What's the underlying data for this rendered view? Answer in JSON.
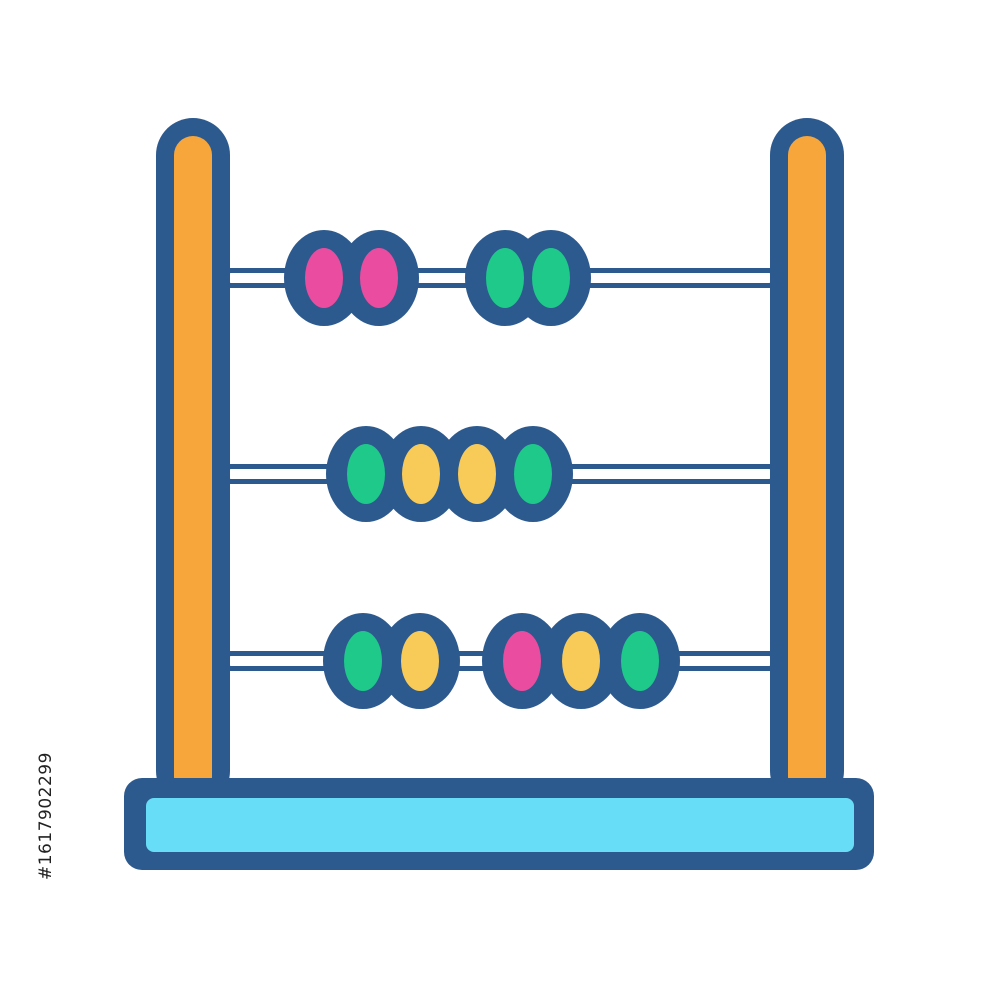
{
  "image": {
    "stock_id_text": "#1617902299"
  },
  "colors": {
    "outline": "#2d5a8e",
    "frame_post": "#f6a63b",
    "base": "#68ddf7",
    "bead_pink": "#ea4d9f",
    "bead_green": "#1ec98a",
    "bead_yellow": "#f8cb58",
    "background": "#ffffff"
  },
  "abacus": {
    "icon": "abacus-icon",
    "rods": [
      {
        "name": "rod-top",
        "beads": [
          "pink",
          "pink",
          "green",
          "green"
        ]
      },
      {
        "name": "rod-middle",
        "beads": [
          "green",
          "yellow",
          "yellow",
          "green"
        ]
      },
      {
        "name": "rod-bottom",
        "beads": [
          "green",
          "yellow",
          "pink",
          "yellow",
          "green"
        ]
      }
    ]
  }
}
